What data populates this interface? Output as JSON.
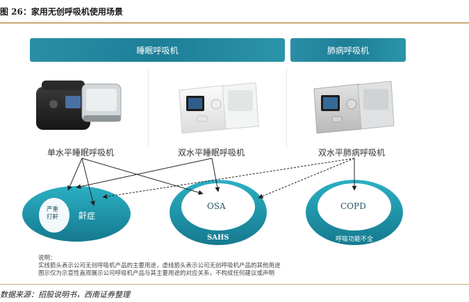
{
  "header": {
    "title": "图 26：家用无创呼吸机使用场景"
  },
  "banners": {
    "left": "睡眠呼吸机",
    "right": "肺病呼吸机"
  },
  "devices": [
    {
      "label": "单水平睡眠呼吸机"
    },
    {
      "label": "双水平睡眠呼吸机"
    },
    {
      "label": "双水平肺病呼吸机"
    }
  ],
  "circles": [
    {
      "outer_label": "鼾症",
      "inner_label_line1": "严重",
      "inner_label_line2": "打鼾"
    },
    {
      "inner_label": "OSA",
      "outer_label": "SAHS"
    },
    {
      "inner_label": "COPD",
      "outer_label": "呼吸功能不全"
    }
  ],
  "notes": {
    "heading": "说明：",
    "line1": "实线箭头表示公司无创呼吸机产品的主要用途，虚线箭头表示公司无创呼吸机产品的其他用途",
    "line2": "图示仅为示意性直观展示公司呼吸机产品与其主要用途的对应关系，不构成任何建议或声明"
  },
  "footer": {
    "source": "数据来源：招股说明书，西南证券整理"
  },
  "colors": {
    "teal": "#1d8ea5",
    "accent_rule": "#c9a877"
  }
}
